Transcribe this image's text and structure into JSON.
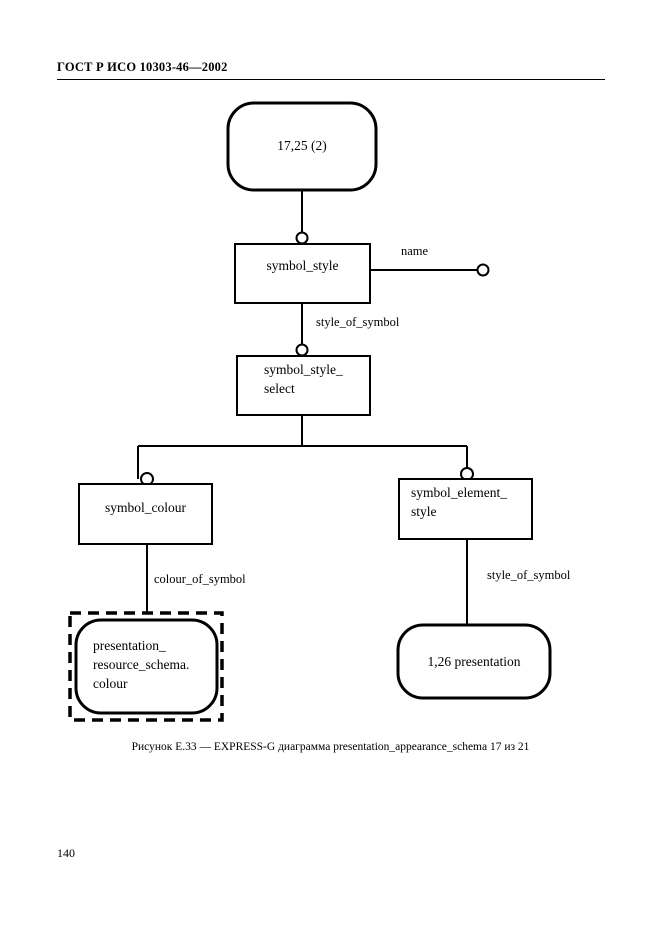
{
  "document": {
    "header": "ГОСТ Р ИСО 10303-46—2002",
    "page_number": "140",
    "caption": "Рисунок Е.33 — EXPRESS-G диаграмма presentation_appearance_schema 17 из 21"
  },
  "colors": {
    "ink": "#000000",
    "paper": "#ffffff"
  },
  "diagram": {
    "type": "EXPRESS-G",
    "nodes": [
      {
        "id": "page_ref_top",
        "shape": "rounded",
        "label": "17,25 (2)",
        "lines": [
          "17,25 (2)"
        ]
      },
      {
        "id": "symbol_style",
        "shape": "rectangle",
        "label": "symbol_style",
        "lines": [
          "symbol_style"
        ]
      },
      {
        "id": "symbol_style_select",
        "shape": "rectangle",
        "label": "symbol_style_select",
        "lines": [
          "symbol_style_",
          "select"
        ]
      },
      {
        "id": "symbol_colour",
        "shape": "rectangle",
        "label": "symbol_colour",
        "lines": [
          "symbol_colour"
        ]
      },
      {
        "id": "symbol_element_style",
        "shape": "rectangle",
        "label": "symbol_element_style",
        "lines": [
          "symbol_element_",
          "style"
        ]
      },
      {
        "id": "presentation_resource_schema_colour",
        "shape": "rounded-dashed",
        "label": "presentation_resource_schema.colour",
        "lines": [
          "presentation_",
          "resource_schema.",
          "colour"
        ]
      },
      {
        "id": "page_ref_presentation",
        "shape": "rounded",
        "label": "1,26 presentation",
        "lines": [
          "1,26 presentation"
        ]
      }
    ],
    "edge_labels": {
      "name": "name",
      "style_of_symbol_top": "style_of_symbol",
      "colour_of_symbol": "colour_of_symbol",
      "style_of_symbol_bottom": "style_of_symbol"
    }
  }
}
